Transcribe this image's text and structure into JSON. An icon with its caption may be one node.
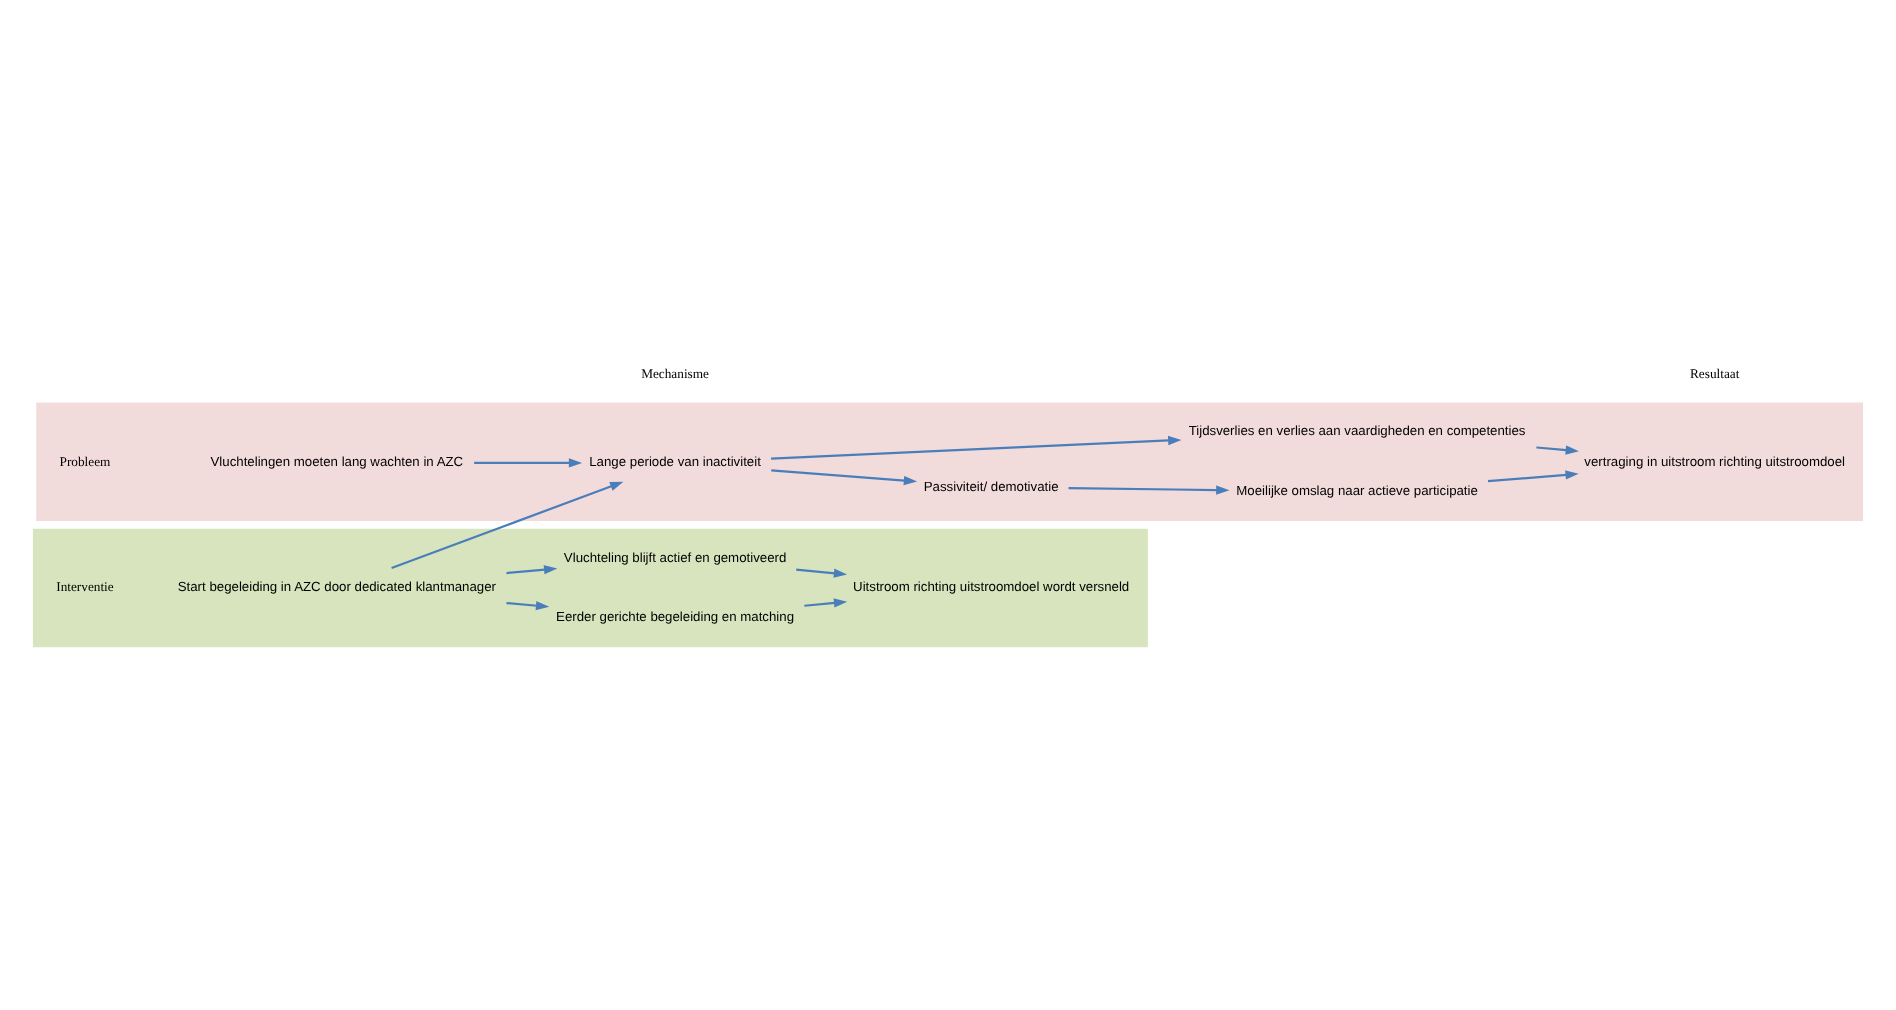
{
  "diagram": {
    "nodes": [
      {
        "text": [
          "Probleem"
        ]
      },
      {
        "text": [
          "Vluchtelingen moeten lang wachten in AZC"
        ],
        "in": 0
      },
      {
        "text": [
          "Lange periode van inactiviteit"
        ],
        "in": 0
      },
      {
        "text": [
          "Passiviteit/ demotivatie"
        ],
        "in": 0
      },
      {
        "text": [
          "Moeilijke omslag naar actieve participatie"
        ],
        "in": 0
      },
      {
        "text": [
          "vertraging in uitstroom richting uitstroomdoel"
        ],
        "in": 0
      },
      {
        "text": [
          "Tijdsverlies en verlies aan vaardigheden en competenties"
        ],
        "in": 0
      },
      {
        "text": [
          "Interventie"
        ]
      },
      {
        "text": [
          "Start begeleiding in AZC door dedicated klantmanager"
        ],
        "in": 7
      },
      {
        "text": [
          "Eerder gerichte begeleiding en matching"
        ],
        "in": 7
      },
      {
        "text": [
          "Vluchteling blijft actief en gemotiveerd"
        ],
        "in": 7
      },
      {
        "text": [
          "Uitstroom richting uitstroomdoel wordt versneld"
        ],
        "in": 7
      }
    ],
    "edges": [
      {
        "from": 1,
        "to": 2,
        "arrow": "to"
      },
      {
        "from": 2,
        "to": 3,
        "arrow": "to"
      },
      {
        "from": 3,
        "to": 4,
        "arrow": "to"
      },
      {
        "from": 4,
        "to": 5,
        "arrow": "to"
      },
      {
        "from": 2,
        "to": 6,
        "arrow": "to"
      },
      {
        "from": 6,
        "to": 5,
        "arrow": "to"
      },
      {
        "from": 8,
        "to": 2,
        "arrow": "to"
      },
      {
        "from": 8,
        "to": 9,
        "arrow": "to"
      },
      {
        "from": 8,
        "to": 10,
        "arrow": "to"
      },
      {
        "from": 9,
        "to": 11,
        "arrow": "to"
      },
      {
        "from": 10,
        "to": 11,
        "arrow": "to"
      }
    ],
    "labels": [
      "Mechanisme",
      "Resultaat"
    ]
  }
}
